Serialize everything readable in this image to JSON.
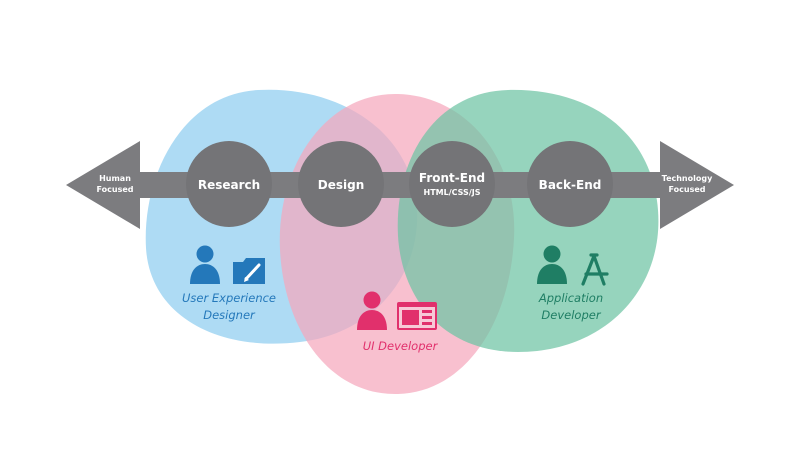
{
  "colors": {
    "blue": "#8fcdf0",
    "pink": "#f5a7bd",
    "green": "#6ec3a3",
    "arrow": "#7c7c7f",
    "stage_circle": "#747477",
    "blue_dark": "#2478ba",
    "pink_dark": "#e1306c",
    "green_dark": "#1f7e64"
  },
  "arrow": {
    "left_label_1": "Human",
    "left_label_2": "Focused",
    "right_label_1": "Technology",
    "right_label_2": "Focused"
  },
  "stages": [
    {
      "label": "Research",
      "sublabel": ""
    },
    {
      "label": "Design",
      "sublabel": ""
    },
    {
      "label": "Front-End",
      "sublabel": "HTML/CSS/JS"
    },
    {
      "label": "Back-End",
      "sublabel": ""
    }
  ],
  "roles": {
    "ux": {
      "line1": "User Experience",
      "line2": "Designer",
      "icons": [
        "user-icon",
        "folder-pen-icon"
      ]
    },
    "ui": {
      "line1": "UI Developer",
      "icons": [
        "user-icon",
        "browser-window-icon"
      ]
    },
    "app": {
      "line1": "Application",
      "line2": "Developer",
      "icons": [
        "user-icon",
        "app-store-icon"
      ]
    }
  }
}
